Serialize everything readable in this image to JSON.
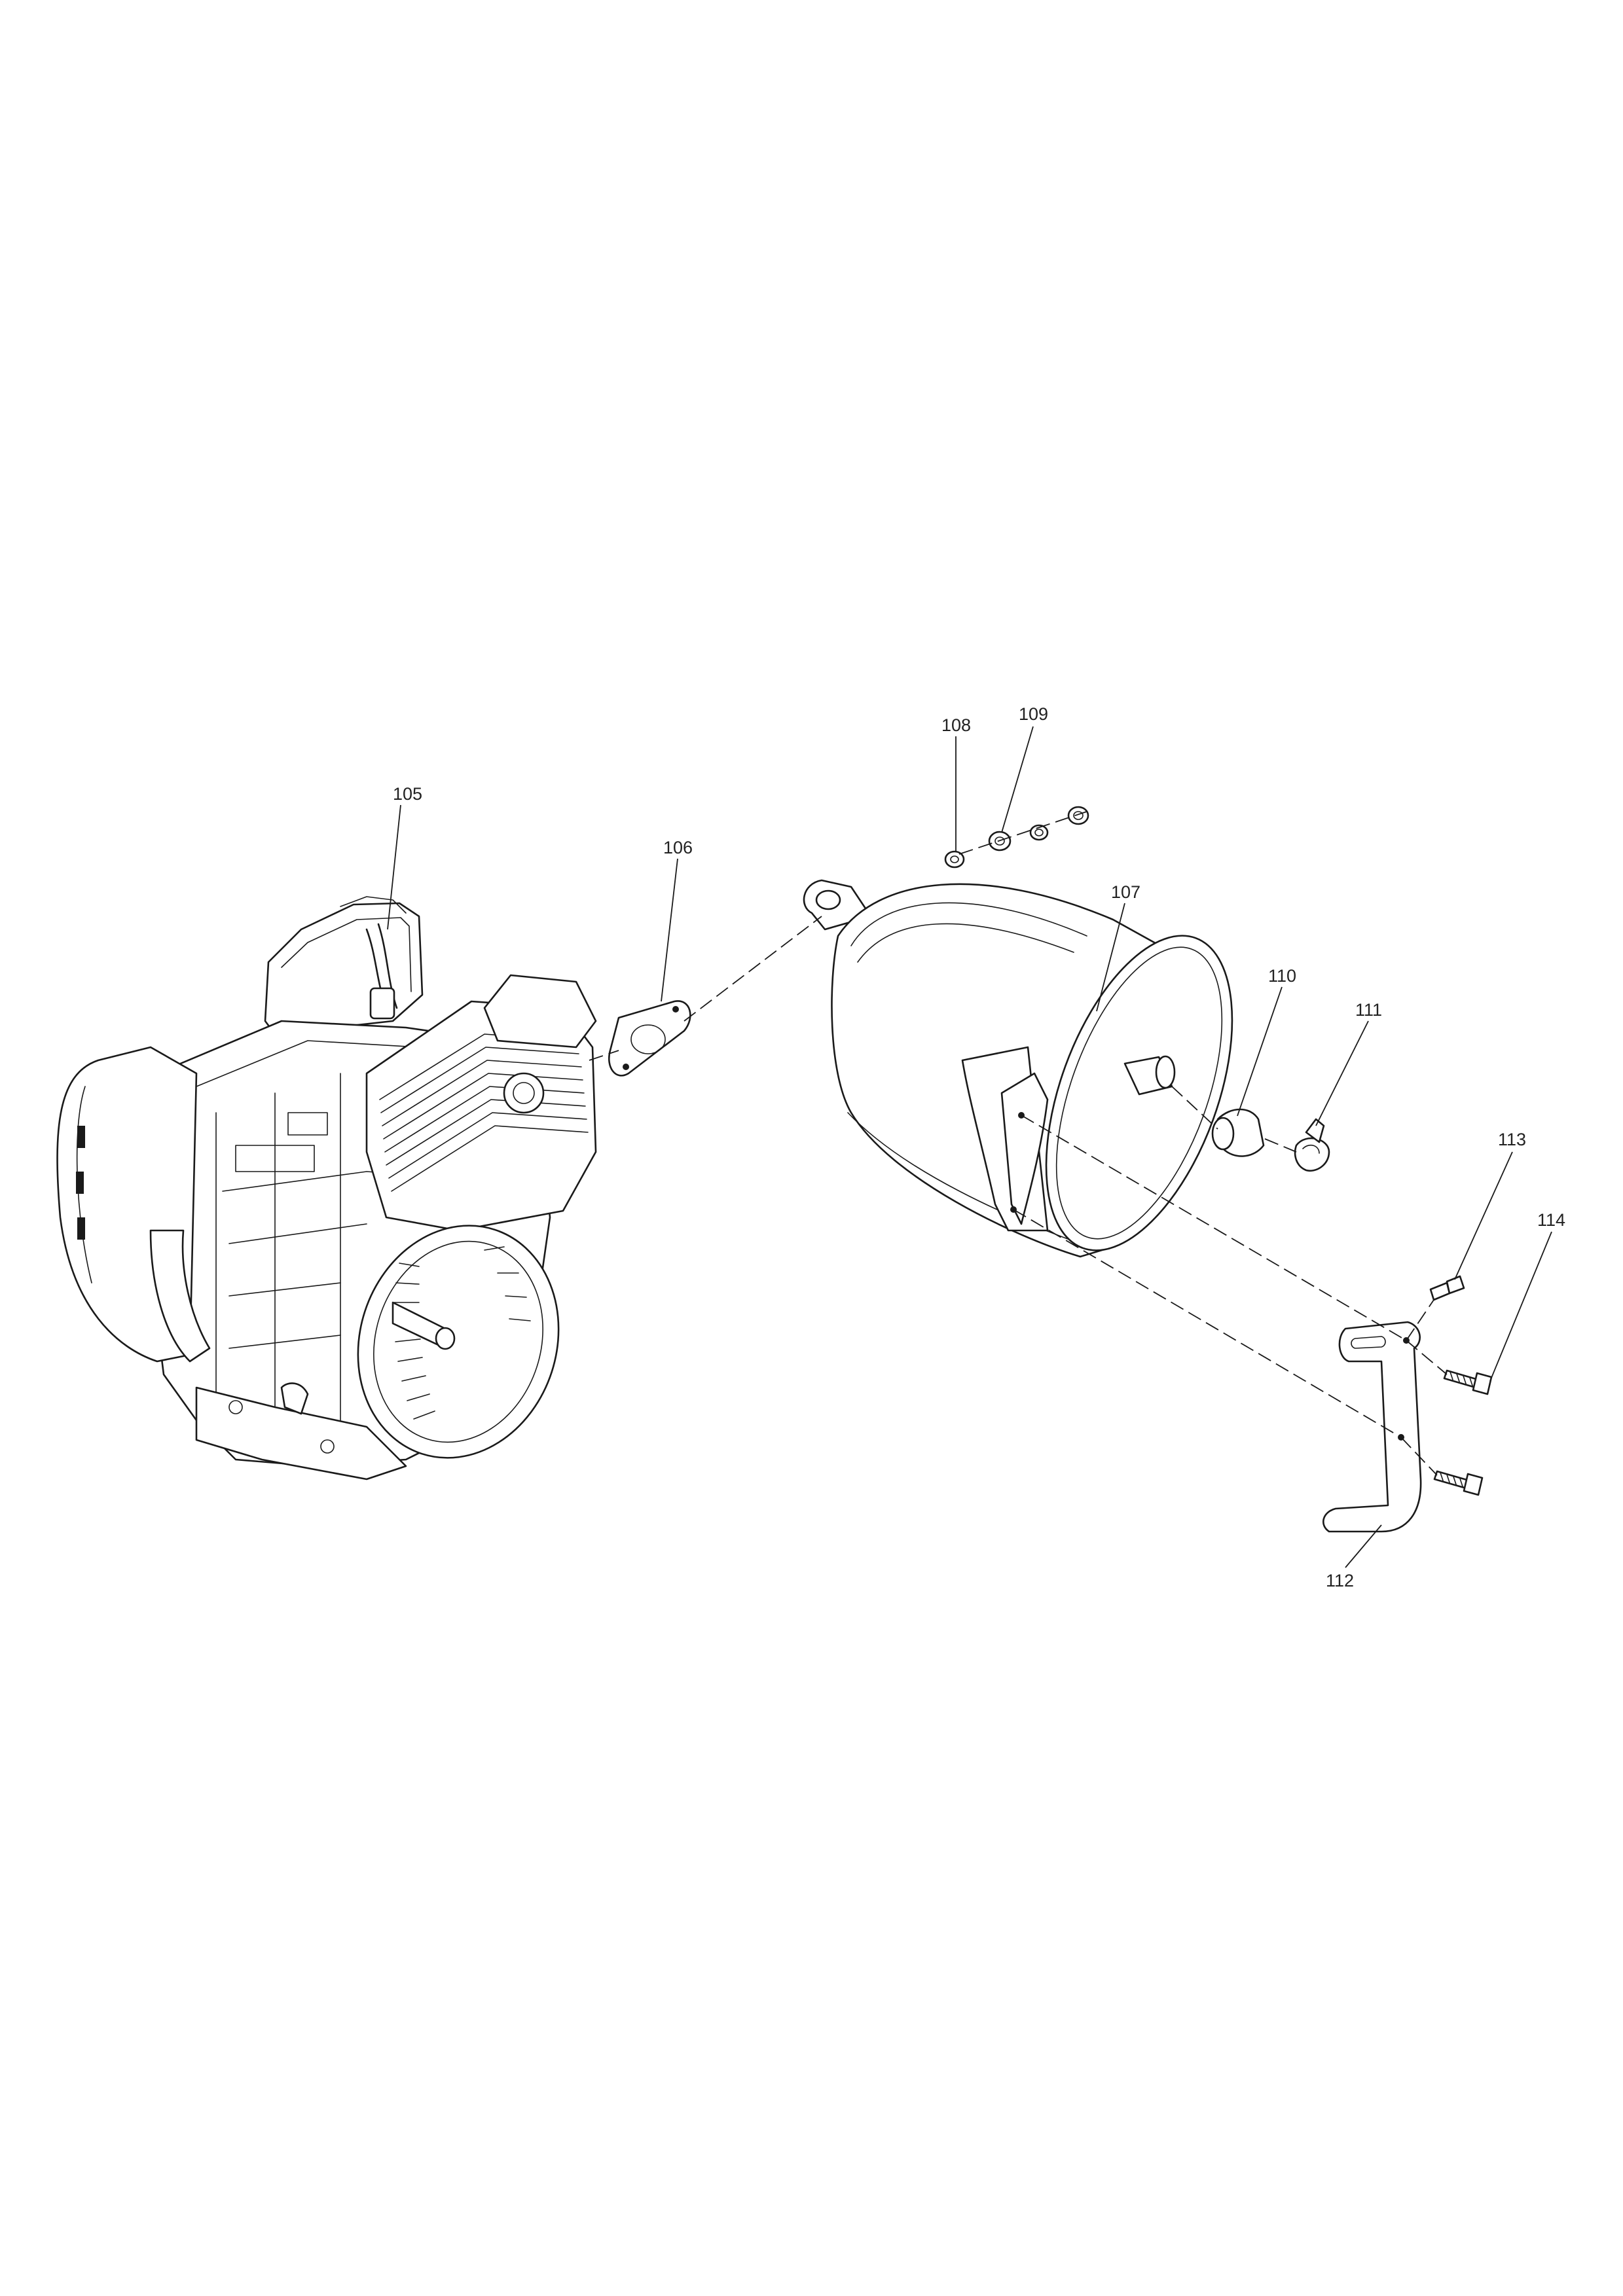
{
  "parts": [
    {
      "id": "105",
      "label": "105",
      "name": "engine"
    },
    {
      "id": "106",
      "label": "106",
      "name": "exhaust-gasket"
    },
    {
      "id": "107",
      "label": "107",
      "name": "muffler"
    },
    {
      "id": "108",
      "label": "108",
      "name": "washer"
    },
    {
      "id": "109",
      "label": "109",
      "name": "nut"
    },
    {
      "id": "110",
      "label": "110",
      "name": "tailpipe-cap"
    },
    {
      "id": "111",
      "label": "111",
      "name": "clamp"
    },
    {
      "id": "112",
      "label": "112",
      "name": "muffler-bracket"
    },
    {
      "id": "113",
      "label": "113",
      "name": "bolt-small"
    },
    {
      "id": "114",
      "label": "114",
      "name": "bolt-flange"
    }
  ]
}
